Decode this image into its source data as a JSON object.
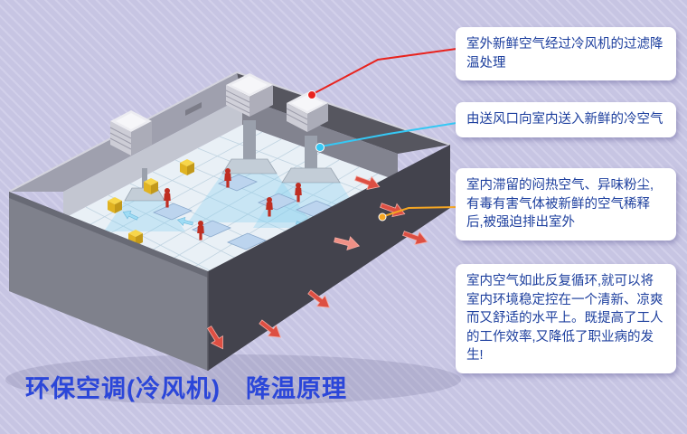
{
  "title": "环保空调(冷风机)　降温原理",
  "callouts": [
    {
      "text": "室外新鲜空气经过冷风机的过滤降温处理",
      "pointer_color": "#e8231e"
    },
    {
      "text": "由送风口向室内送入新鲜的冷空气",
      "pointer_color": "#35c8f5"
    },
    {
      "text": "室内滞留的闷热空气、异味粉尘,有毒有害气体被新鲜的空气稀释后,被强迫排出室外",
      "pointer_color": "#f5a623"
    },
    {
      "text": "室内空气如此反复循环,就可以将室内环境稳定控在一个清新、凉爽而又舒适的水平上。既提高了工人的工作效率,又降低了职业病的发生!"
    }
  ],
  "illustration": {
    "type": "isometric-factory-cutaway",
    "elements": [
      "rooftop-evaporative-coolers",
      "supply-ducts",
      "indoor-air-diffusers",
      "workers",
      "machines",
      "exhaust-airflow-arrows",
      "fresh-air-arrows"
    ]
  },
  "colors": {
    "background": "#cbc9e6",
    "callout_background": "#ffffff",
    "callout_text": "#1d3f9e",
    "title_text": "#2b46d9",
    "pointer_red": "#e8231e",
    "pointer_cyan": "#35c8f5",
    "pointer_orange": "#f5a623"
  }
}
